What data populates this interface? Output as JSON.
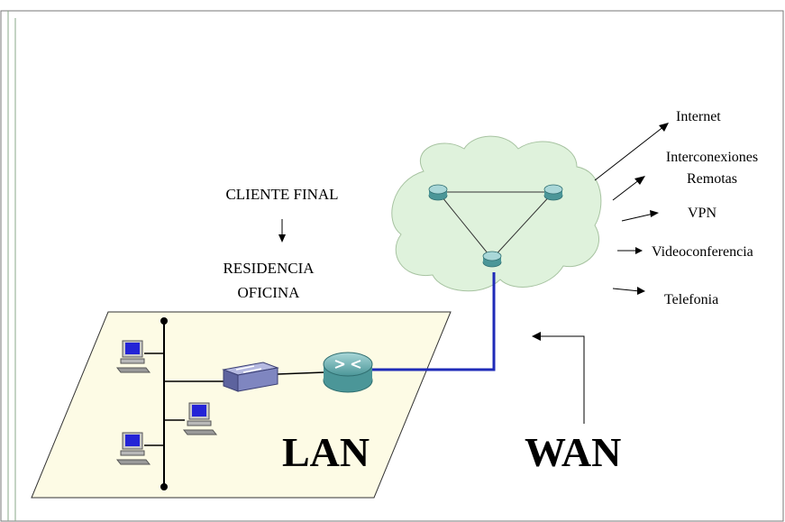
{
  "client": {
    "title": "CLIENTE FINAL",
    "sub_line1": "RESIDENCIA",
    "sub_line2": "OFICINA"
  },
  "services": [
    {
      "label": "Internet"
    },
    {
      "label": "Interconexiones"
    },
    {
      "label": "Remotas"
    },
    {
      "label": "VPN"
    },
    {
      "label": "Videoconferencia"
    },
    {
      "label": "Telefonia"
    }
  ],
  "lan_label": "LAN",
  "wan_label": "WAN",
  "colors": {
    "cloud_fill": "#dff2dc",
    "cloud_stroke": "#a7c3a1",
    "lan_plane": "#fdfbe5",
    "wan_link": "#1f2bb8",
    "router": "#5aa6a8",
    "switch": "#7f86c0",
    "computer_screen": "#2424d6"
  }
}
